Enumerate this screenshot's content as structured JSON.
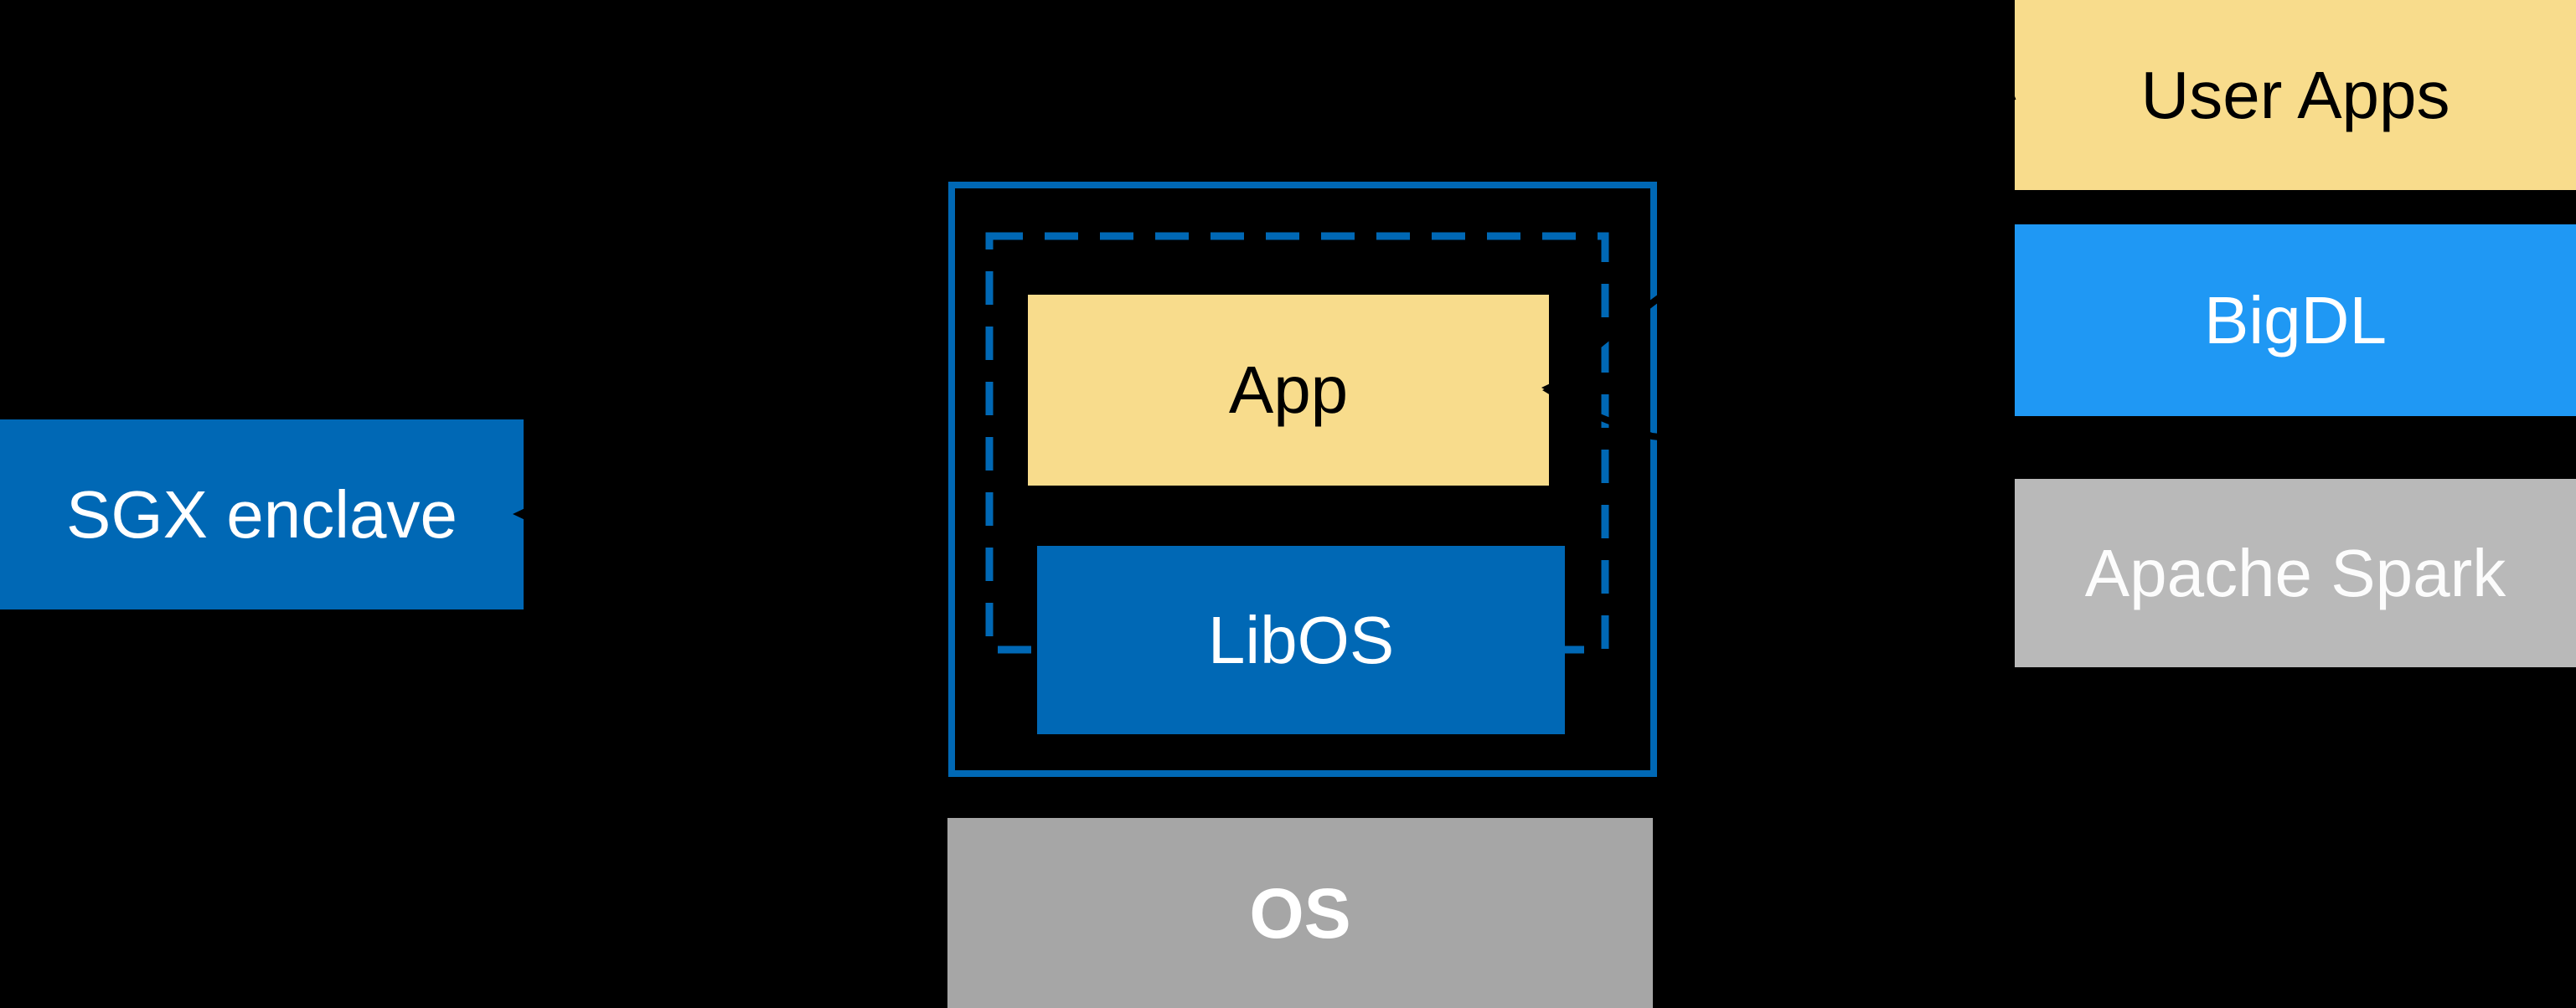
{
  "background_color": "#000000",
  "boxes": {
    "sgx": {
      "label": "SGX enclave",
      "fill": "#0068B5",
      "text_color": "#FFFFFF"
    },
    "app": {
      "label": "App",
      "fill": "#F8DC8C",
      "text_color": "#000000"
    },
    "libos": {
      "label": "LibOS",
      "fill": "#0068B5",
      "text_color": "#FFFFFF"
    },
    "os": {
      "label": "OS",
      "fill": "#A6A6A6",
      "text_color": "#FFFFFF",
      "bold": true
    },
    "user_apps": {
      "label": "User Apps",
      "fill": "#F8DC8C",
      "text_color": "#000000"
    },
    "bigdl": {
      "label": "BigDL",
      "fill": "#1F98F4",
      "text_color": "#FFFFFF"
    },
    "apache_spark": {
      "label": "Apache Spark",
      "fill": "#B9B9B9",
      "text_color": "#FCFCFC"
    }
  },
  "borders": {
    "host_process_solid": "#0068B5",
    "enclave_boundary_dashed": "#0068B5",
    "connector_color": "#000000"
  },
  "connectors": [
    {
      "from": "enclave-boundary",
      "to": "sgx-enclave-label",
      "style": "black-arrow-left"
    },
    {
      "from": "user-apps",
      "to": "app",
      "style": "black-arrow-left"
    },
    {
      "from": "bigdl",
      "to": "app",
      "style": "black-arrow-left"
    }
  ]
}
